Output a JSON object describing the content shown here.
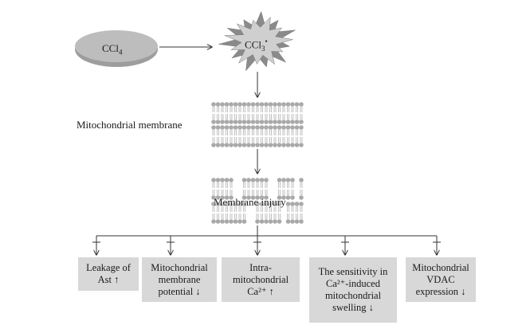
{
  "reactant": {
    "formula_base": "CCl",
    "formula_sub": "4"
  },
  "radical": {
    "formula_base": "CCl",
    "formula_sub": "3",
    "dot": "•"
  },
  "membrane_label": "Mitochondrial membrane",
  "injury_label": "Membrane injury",
  "effects": [
    {
      "lines": [
        "Leakage of",
        "Ast ↑"
      ]
    },
    {
      "lines": [
        "Mitochondrial",
        "membrane",
        "potential ↓"
      ]
    },
    {
      "lines": [
        "Intra-",
        "mitochondrial",
        "Ca²⁺ ↑"
      ]
    },
    {
      "lines": [
        "The sensitivity in",
        "Ca²⁺-induced",
        "mitochondrial",
        "swelling ↓"
      ]
    },
    {
      "lines": [
        "Mitochondrial",
        "VDAC",
        "expression ↓"
      ]
    }
  ],
  "colors": {
    "ellipse": "#b5b5b5",
    "star_light": "#cfcfcf",
    "star_dark": "#8a8a8a",
    "lipid_head": "#a9a9a9",
    "lipid_tail": "#b9b9b9",
    "box_bg": "#d8d8d8",
    "arrow": "#333333"
  }
}
